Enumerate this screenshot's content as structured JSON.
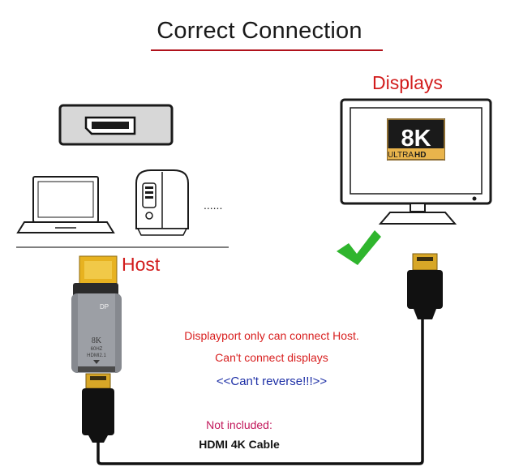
{
  "title": "Correct Connection",
  "colors": {
    "accent_red": "#d21c1c",
    "note_blue": "#1d2fa6",
    "check_green": "#2fb52d",
    "title_underline": "#b0121b"
  },
  "host": {
    "label": "Host",
    "dots": "......",
    "icons": [
      "displayport-socket-icon",
      "laptop-icon",
      "desktop-tower-icon"
    ]
  },
  "display": {
    "label": "Displays",
    "badge_main": "8K",
    "badge_sub_ultra": "ULTRA",
    "badge_sub_hd": "HD",
    "icon": "monitor-icon",
    "status_icon": "green-checkmark-icon"
  },
  "adapter": {
    "brand": "DP",
    "line1": "8K",
    "line2": "60HZ",
    "line3": "HDMI2.1"
  },
  "notes": {
    "line1": "Displayport only can connect Host.",
    "line2": "Can't connect displays",
    "line3": "<<Can't reverse!!!>>",
    "line4": "Not included:",
    "line5": "HDMI 4K Cable"
  }
}
